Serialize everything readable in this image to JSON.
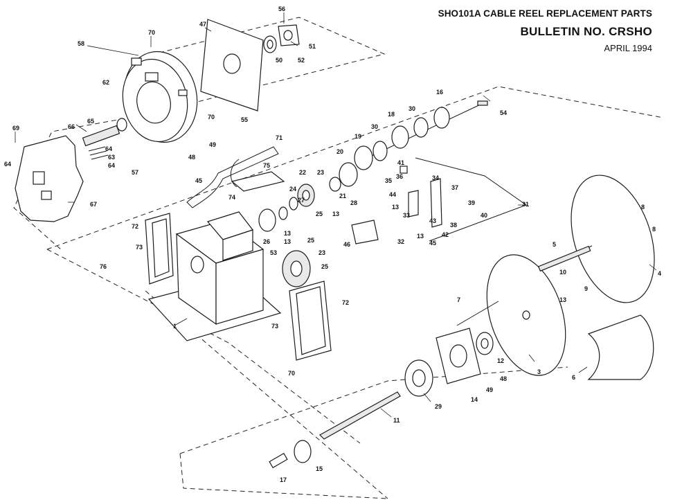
{
  "header": {
    "title": "SHO101A CABLE REEL REPLACEMENT PARTS",
    "bulletin": "BULLETIN NO. CRSHO",
    "date": "APRIL 1994"
  },
  "callouts": [
    {
      "id": "c56",
      "label": "56"
    },
    {
      "id": "c70a",
      "label": "70"
    },
    {
      "id": "c47",
      "label": "47"
    },
    {
      "id": "c58",
      "label": "58"
    },
    {
      "id": "c51",
      "label": "51"
    },
    {
      "id": "c50",
      "label": "50"
    },
    {
      "id": "c52",
      "label": "52"
    },
    {
      "id": "c62",
      "label": "62"
    },
    {
      "id": "c16",
      "label": "16"
    },
    {
      "id": "c54",
      "label": "54"
    },
    {
      "id": "c30a",
      "label": "30"
    },
    {
      "id": "c18",
      "label": "18"
    },
    {
      "id": "c55",
      "label": "55"
    },
    {
      "id": "c30b",
      "label": "30"
    },
    {
      "id": "c70b",
      "label": "70"
    },
    {
      "id": "c69",
      "label": "69"
    },
    {
      "id": "c66",
      "label": "66"
    },
    {
      "id": "c65",
      "label": "65"
    },
    {
      "id": "c19",
      "label": "19"
    },
    {
      "id": "c49a",
      "label": "49"
    },
    {
      "id": "c71",
      "label": "71"
    },
    {
      "id": "c48a",
      "label": "48"
    },
    {
      "id": "c64a",
      "label": "64"
    },
    {
      "id": "c57",
      "label": "57"
    },
    {
      "id": "c64b",
      "label": "64"
    },
    {
      "id": "c63",
      "label": "63"
    },
    {
      "id": "c64c",
      "label": "64"
    },
    {
      "id": "c20",
      "label": "20"
    },
    {
      "id": "c41",
      "label": "41"
    },
    {
      "id": "c75",
      "label": "75"
    },
    {
      "id": "c22",
      "label": "22"
    },
    {
      "id": "c23a",
      "label": "23"
    },
    {
      "id": "c36",
      "label": "36"
    },
    {
      "id": "c35",
      "label": "35"
    },
    {
      "id": "c45a",
      "label": "45"
    },
    {
      "id": "c74",
      "label": "74"
    },
    {
      "id": "c24",
      "label": "24"
    },
    {
      "id": "c21",
      "label": "21"
    },
    {
      "id": "c34",
      "label": "34"
    },
    {
      "id": "c37",
      "label": "37"
    },
    {
      "id": "c44",
      "label": "44"
    },
    {
      "id": "c67",
      "label": "67"
    },
    {
      "id": "c27",
      "label": "27"
    },
    {
      "id": "c28",
      "label": "28"
    },
    {
      "id": "c13a",
      "label": "13"
    },
    {
      "id": "c39",
      "label": "39"
    },
    {
      "id": "c31",
      "label": "31"
    },
    {
      "id": "c25a",
      "label": "25"
    },
    {
      "id": "c13b",
      "label": "13"
    },
    {
      "id": "c33",
      "label": "33"
    },
    {
      "id": "c43",
      "label": "43"
    },
    {
      "id": "c40",
      "label": "40"
    },
    {
      "id": "c38",
      "label": "38"
    },
    {
      "id": "c8a",
      "label": "8"
    },
    {
      "id": "c72a",
      "label": "72"
    },
    {
      "id": "c13c",
      "label": "13"
    },
    {
      "id": "c42",
      "label": "42"
    },
    {
      "id": "c13d",
      "label": "13"
    },
    {
      "id": "c26",
      "label": "26"
    },
    {
      "id": "c13e",
      "label": "13"
    },
    {
      "id": "c32",
      "label": "32"
    },
    {
      "id": "c46",
      "label": "46"
    },
    {
      "id": "c45b",
      "label": "45"
    },
    {
      "id": "c8b",
      "label": "8"
    },
    {
      "id": "c73a",
      "label": "73"
    },
    {
      "id": "c25b",
      "label": "25"
    },
    {
      "id": "c5",
      "label": "5"
    },
    {
      "id": "c53",
      "label": "53"
    },
    {
      "id": "c23b",
      "label": "23"
    },
    {
      "id": "c76",
      "label": "76"
    },
    {
      "id": "c25c",
      "label": "25"
    },
    {
      "id": "c10",
      "label": "10"
    },
    {
      "id": "c4",
      "label": "4"
    },
    {
      "id": "c9",
      "label": "9"
    },
    {
      "id": "c72b",
      "label": "72"
    },
    {
      "id": "c13f",
      "label": "13"
    },
    {
      "id": "c7",
      "label": "7"
    },
    {
      "id": "c1",
      "label": "1"
    },
    {
      "id": "c73b",
      "label": "73"
    },
    {
      "id": "c12",
      "label": "12"
    },
    {
      "id": "c3",
      "label": "3"
    },
    {
      "id": "c70c",
      "label": "70"
    },
    {
      "id": "c48b",
      "label": "48"
    },
    {
      "id": "c49b",
      "label": "49"
    },
    {
      "id": "c6",
      "label": "6"
    },
    {
      "id": "c29",
      "label": "29"
    },
    {
      "id": "c14",
      "label": "14"
    },
    {
      "id": "c11",
      "label": "11"
    },
    {
      "id": "c15",
      "label": "15"
    },
    {
      "id": "c17",
      "label": "17"
    }
  ]
}
